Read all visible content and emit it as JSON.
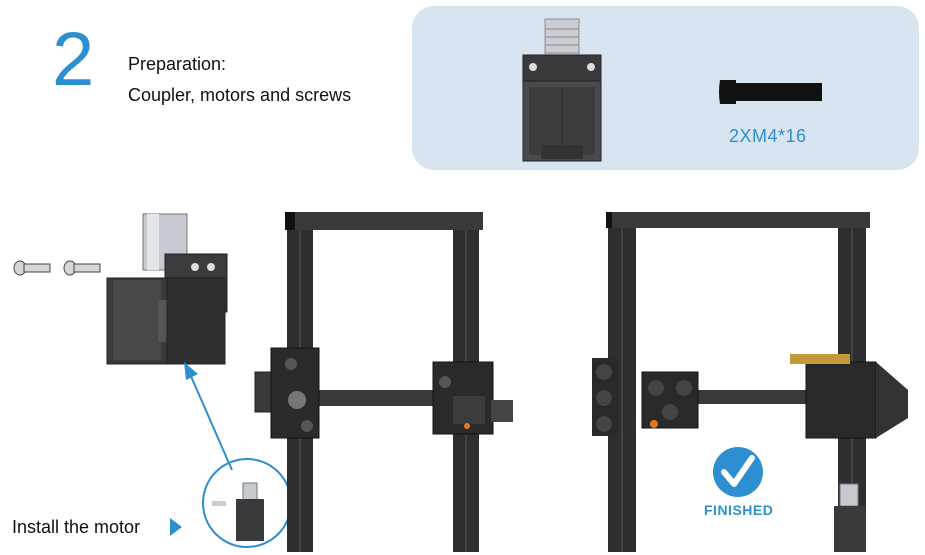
{
  "step": {
    "number": "2",
    "title": "Preparation:",
    "items": "Coupler, motors and screws"
  },
  "parts": {
    "screw_label": "2XM4*16"
  },
  "install": {
    "label": "Install the motor"
  },
  "status": {
    "finished_label": "FINISHED"
  },
  "colors": {
    "accent": "#2d8fd0",
    "panel": "#d8e5f1",
    "frame": "#2a2a2c"
  }
}
